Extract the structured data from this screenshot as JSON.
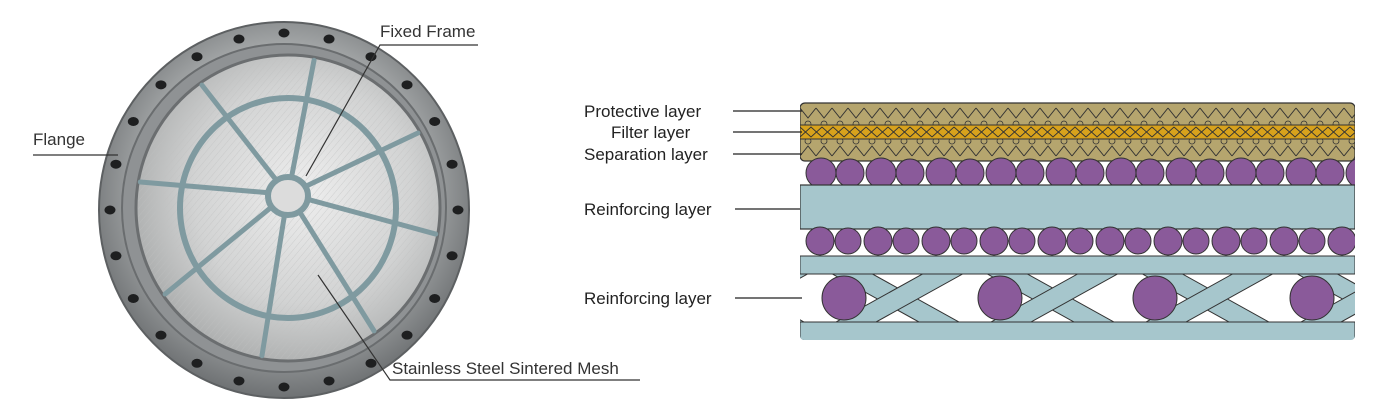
{
  "photo": {
    "labels": {
      "fixed_frame": "Fixed Frame",
      "flange": "Flange",
      "mesh": "Stainless Steel Sintered Mesh"
    }
  },
  "diagram": {
    "labels": {
      "protective": "Protective layer",
      "filter": "Filter layer",
      "separation": "Separation layer",
      "reinforcing_1": "Reinforcing layer",
      "reinforcing_2": "Reinforcing layer"
    },
    "colors": {
      "mesh_khaki": "#b5a56e",
      "filter_gold": "#d8a21c",
      "circle_purple": "#8a5a9a",
      "plate_blue": "#a6c6cc",
      "outline": "#333333"
    }
  }
}
